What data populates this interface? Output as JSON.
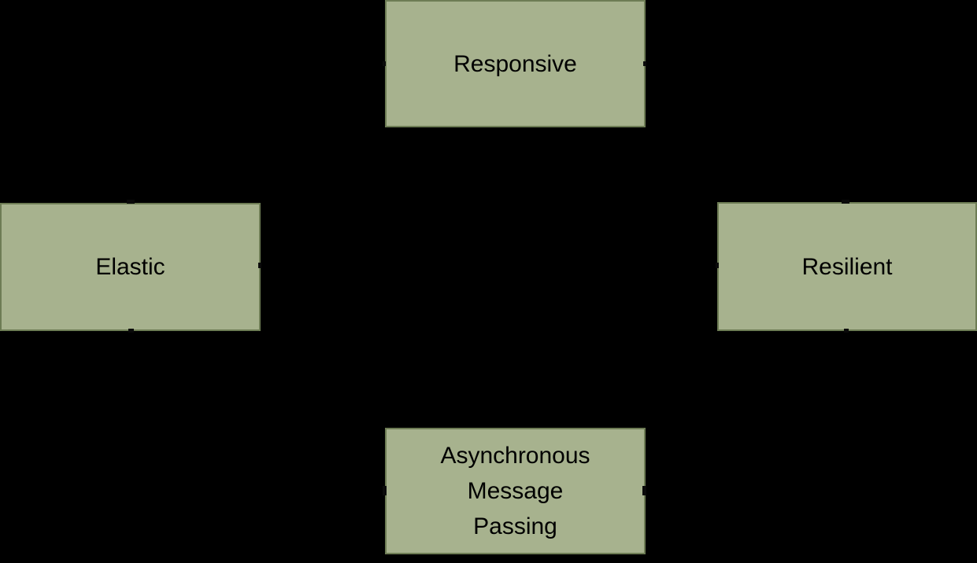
{
  "colors": {
    "background": "#000000",
    "node_fill": "#a7b28e",
    "node_border": "#6d7c54",
    "node_text": "#000000",
    "connector_tick": "#0a0a0a"
  },
  "nodes": {
    "responsive": {
      "label": "Responsive"
    },
    "elastic": {
      "label": "Elastic"
    },
    "resilient": {
      "label": "Resilient"
    },
    "message_passing": {
      "label": "Asynchronous\nMessage\nPassing"
    }
  },
  "connector_ticks": [
    "responsive-left",
    "responsive-right",
    "elastic-top",
    "elastic-right",
    "elastic-bottom",
    "resilient-top",
    "resilient-left",
    "resilient-bottom",
    "message-left",
    "message-right"
  ]
}
